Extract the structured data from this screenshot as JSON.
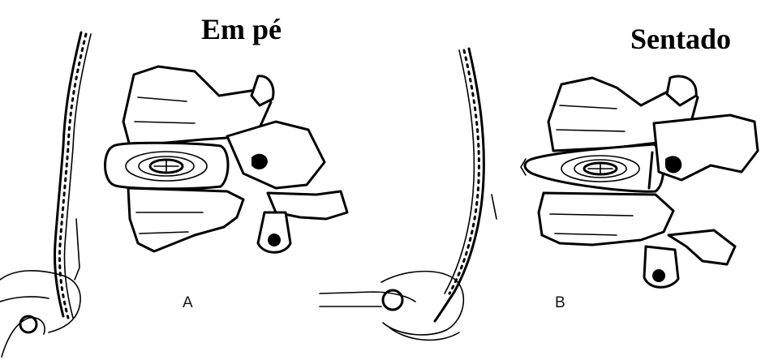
{
  "panels": [
    {
      "title": "Em pé",
      "letter": "A"
    },
    {
      "title": "Sentado",
      "letter": "B"
    }
  ]
}
